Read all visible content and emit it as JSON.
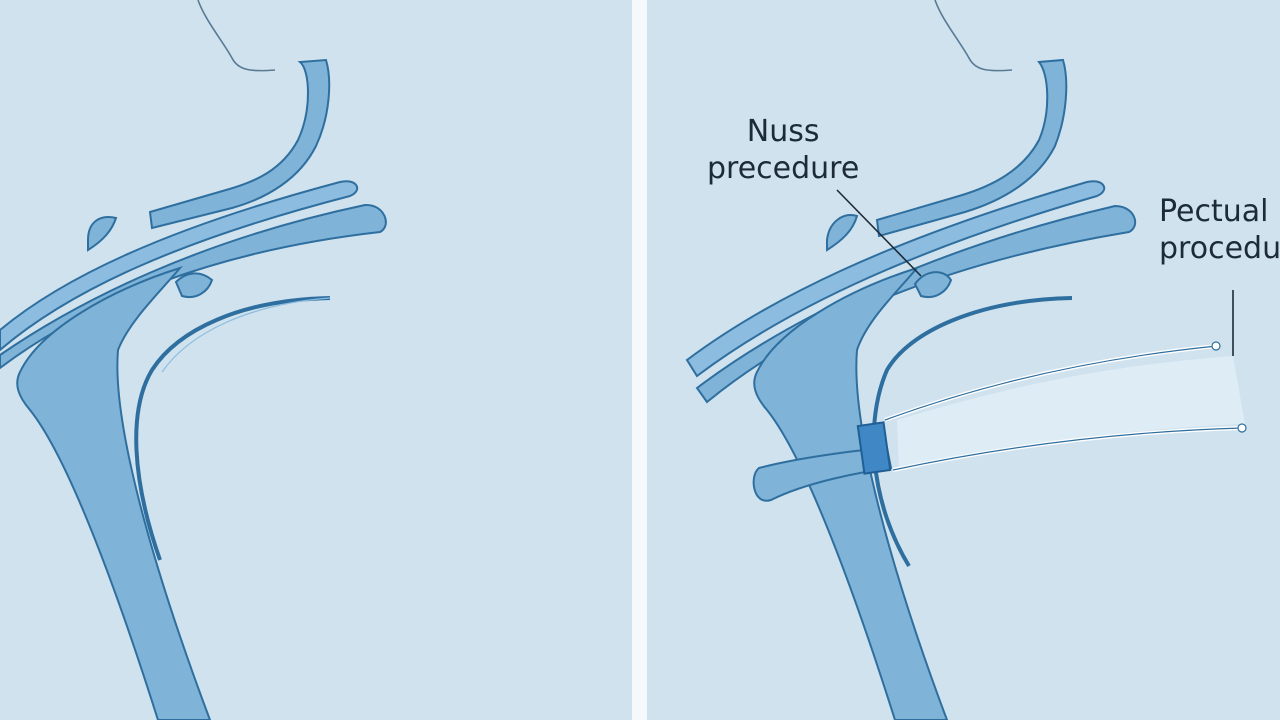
{
  "labels": {
    "nuss_line1": "Nuss",
    "nuss_line2": "precedure",
    "pectual_line1": "Pectual",
    "pectual_line2": "procedu"
  },
  "colors": {
    "background": "#cfe2ee",
    "divider": "#f6f9fb",
    "structure_fill": "#7fb3d8",
    "structure_stroke": "#2f6f9f",
    "label_text": "#1d2a38"
  }
}
